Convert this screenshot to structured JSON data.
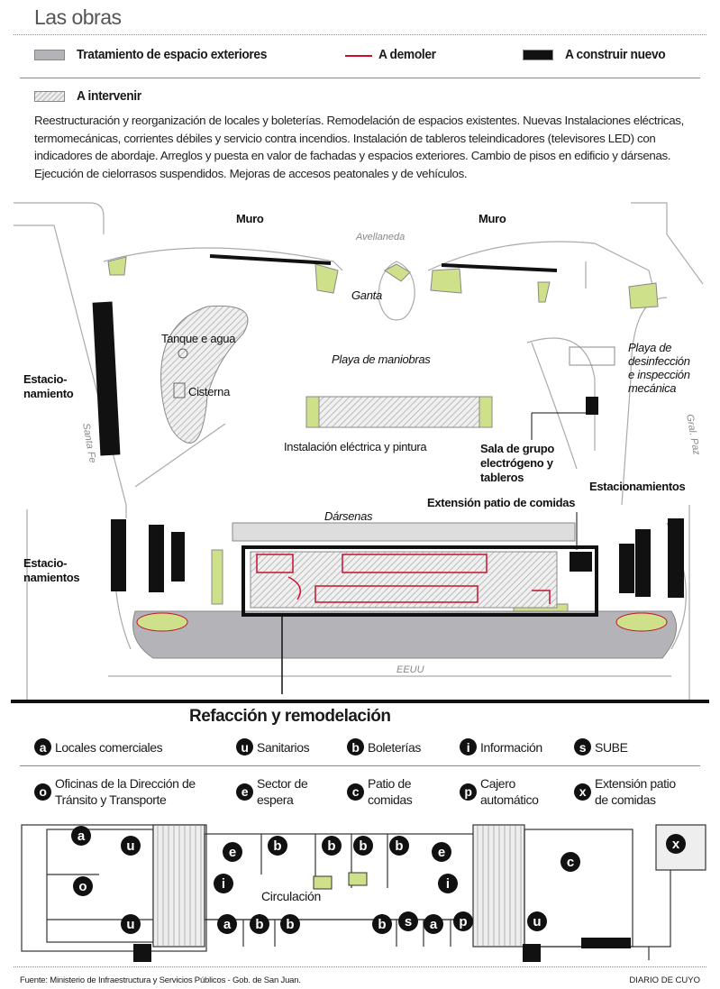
{
  "title": "Las obras",
  "legend": {
    "exteriores": "Tratamiento de espacio exteriores",
    "demoler": "A demoler",
    "construir": "A construir nuevo",
    "intervenir": "A intervenir"
  },
  "description": "Reestructuración y reorganización de locales y boleterías. Remodelación de espacios existentes. Nuevas Instalaciones eléctricas, termomecánicas, corrientes débiles y servicio contra incendios. Instalación de tableros teleindicadores (televisores LED) con indicadores de abordaje. Arreglos y puesta en valor de fachadas y espacios exteriores. Cambio de pisos en edificio y dársenas. Ejecución de cielorrasos suspendidos. Mejoras de accesos peatonales y de vehículos.",
  "colors": {
    "exteriores": "#b3b3b8",
    "demoler": "#c8102e",
    "construir": "#111111",
    "green": "#cfe08a"
  },
  "map": {
    "muro_left": "Muro",
    "muro_right": "Muro",
    "avellaneda": "Avellaneda",
    "ganta": "Ganta",
    "tanque": "Tanque e agua",
    "cisterna": "Cisterna",
    "playa_maniobras": "Playa de maniobras",
    "playa_desinf": [
      "Playa de",
      "desinfección",
      "e inspección",
      "mecánica"
    ],
    "estac_left": [
      "Estacio-",
      "namiento"
    ],
    "santa_fe": "Santa Fe",
    "gral_paz": "Gral. Paz",
    "instalacion": "Instalación eléctrica y pintura",
    "sala": [
      "Sala de grupo",
      "electrógeno y",
      "tableros"
    ],
    "extension": "Extensión patio de comidas",
    "estacionamientos": "Estacionamientos",
    "darsenas": "Dársenas",
    "estac_left2": [
      "Estacio-",
      "namientos"
    ],
    "eeuu": "EEUU"
  },
  "section_title": "Refacción y remodelación",
  "keys": [
    {
      "letter": "a",
      "label": "Locales comerciales"
    },
    {
      "letter": "u",
      "label": "Sanitarios"
    },
    {
      "letter": "b",
      "label": "Boleterías"
    },
    {
      "letter": "i",
      "label": "Información"
    },
    {
      "letter": "s",
      "label": "SUBE"
    }
  ],
  "keys2": [
    {
      "letter": "o",
      "label": [
        "Oficinas de la Dirección de",
        "Tránsito y Transporte"
      ]
    },
    {
      "letter": "e",
      "label": [
        "Sector de",
        "espera"
      ]
    },
    {
      "letter": "c",
      "label": [
        "Patio de",
        "comidas"
      ]
    },
    {
      "letter": "p",
      "label": [
        "Cajero",
        "automático"
      ]
    },
    {
      "letter": "x",
      "label": [
        "Extensión patio",
        "de comidas"
      ]
    }
  ],
  "plan": {
    "circulacion": "Circulación",
    "markers": [
      "a",
      "u",
      "o",
      "u",
      "e",
      "b",
      "b",
      "b",
      "b",
      "e",
      "c",
      "x",
      "i",
      "i",
      "a",
      "b",
      "b",
      "b",
      "s",
      "a",
      "p",
      "u"
    ]
  },
  "source": "Fuente: Ministerio de Infraestructura y Servicios Públicos - Gob. de San Juan.",
  "brand": "DIARIO DE CUYO"
}
